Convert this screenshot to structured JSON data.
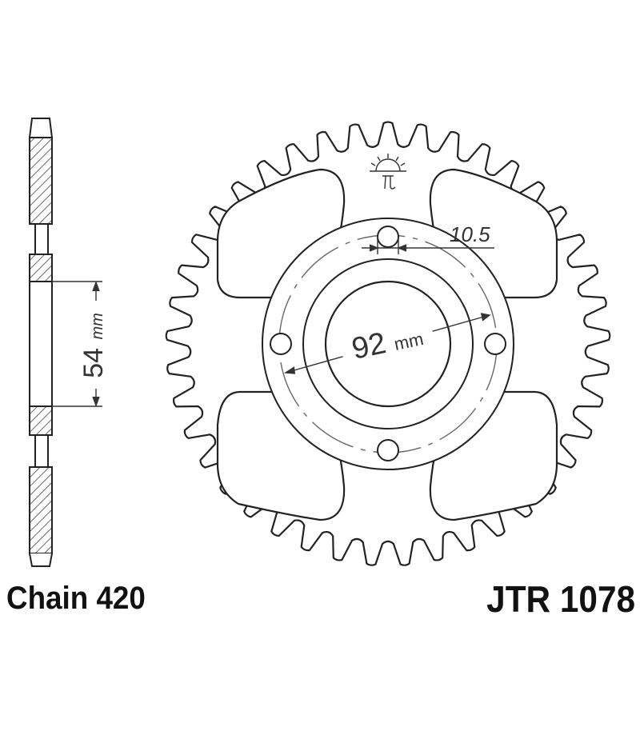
{
  "captions": {
    "chain": "Chain 420",
    "part_number": "JTR 1078"
  },
  "dimensions": {
    "hub_bore": "54",
    "hub_bore_unit": "mm",
    "bolt_circle": "92",
    "bolt_circle_unit": "mm",
    "bolt_hole": "10.5"
  },
  "sprocket": {
    "teeth": 41,
    "bolt_holes": 4
  },
  "colors": {
    "line": "#222222",
    "hatch": "#444444",
    "background": "#ffffff"
  },
  "icons": {
    "logo": "jt-sun-logo-icon"
  }
}
